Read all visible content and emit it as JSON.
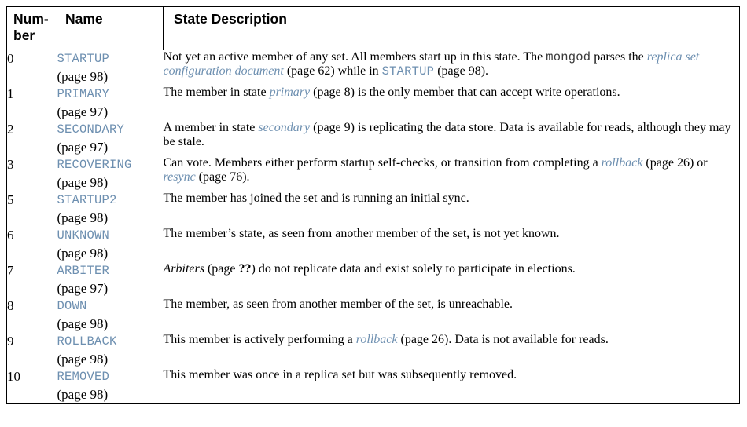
{
  "table": {
    "headers": {
      "number_line1": "Num-",
      "number_line2": "ber",
      "name": "Name",
      "description": "State Description"
    },
    "colors": {
      "link": "#6d8fb0",
      "text": "#000000",
      "mono_plain": "#3a3a3a",
      "border": "#000000",
      "background": "#ffffff"
    },
    "rows": [
      {
        "number": "0",
        "name_code": "STARTUP",
        "name_page": "(page 98)",
        "desc_parts": [
          {
            "t": "Not yet an active member of any set. All members start up in this state. The ",
            "s": "plain"
          },
          {
            "t": "mongod",
            "s": "mono"
          },
          {
            "t": " parses the ",
            "s": "plain"
          },
          {
            "t": "replica set configuration document",
            "s": "xref"
          },
          {
            "t": " (page 62) while in ",
            "s": "plain"
          },
          {
            "t": "STARTUP",
            "s": "monolink"
          },
          {
            "t": " (page 98).",
            "s": "plain"
          }
        ]
      },
      {
        "number": "1",
        "name_code": "PRIMARY",
        "name_page": "(page 97)",
        "desc_parts": [
          {
            "t": "The member in state ",
            "s": "plain"
          },
          {
            "t": "primary",
            "s": "xref"
          },
          {
            "t": " (page 8) is the only member that can accept write operations.",
            "s": "plain"
          }
        ]
      },
      {
        "number": "2",
        "name_code": "SECONDARY",
        "name_page": "(page 97)",
        "desc_parts": [
          {
            "t": "A member in state ",
            "s": "plain"
          },
          {
            "t": "secondary",
            "s": "xref"
          },
          {
            "t": " (page 9) is replicating the data store. Data is available for reads, although they may be stale.",
            "s": "plain"
          }
        ]
      },
      {
        "number": "3",
        "name_code": "RECOVERING",
        "name_page": "(page 98)",
        "desc_parts": [
          {
            "t": "Can vote. Members either perform startup self-checks, or transition from completing a ",
            "s": "plain"
          },
          {
            "t": "rollback",
            "s": "xref"
          },
          {
            "t": " (page 26) or ",
            "s": "plain"
          },
          {
            "t": "resync",
            "s": "xref"
          },
          {
            "t": " (page 76).",
            "s": "plain"
          }
        ]
      },
      {
        "number": "5",
        "name_code": "STARTUP2",
        "name_page": "(page 98)",
        "desc_parts": [
          {
            "t": "The member has joined the set and is running an initial sync.",
            "s": "plain"
          }
        ]
      },
      {
        "number": "6",
        "name_code": "UNKNOWN",
        "name_page": "(page 98)",
        "desc_parts": [
          {
            "t": "The member’s state, as seen from another member of the set, is not yet known.",
            "s": "plain"
          }
        ]
      },
      {
        "number": "7",
        "name_code": "ARBITER",
        "name_page": "(page 97)",
        "desc_parts": [
          {
            "t": "Arbiters",
            "s": "em"
          },
          {
            "t": " (page ",
            "s": "plain"
          },
          {
            "t": "??",
            "s": "bold"
          },
          {
            "t": ") do not replicate data and exist solely to participate in elections.",
            "s": "plain"
          }
        ]
      },
      {
        "number": "8",
        "name_code": "DOWN",
        "name_page": "(page 98)",
        "desc_parts": [
          {
            "t": "The member, as seen from another member of the set, is unreachable.",
            "s": "plain"
          }
        ]
      },
      {
        "number": "9",
        "name_code": "ROLLBACK",
        "name_page": "(page 98)",
        "desc_parts": [
          {
            "t": "This member is actively performing a ",
            "s": "plain"
          },
          {
            "t": "rollback",
            "s": "xref"
          },
          {
            "t": " (page 26). Data is not available for reads.",
            "s": "plain"
          }
        ]
      },
      {
        "number": "10",
        "name_code": "REMOVED",
        "name_page": "(page 98)",
        "desc_parts": [
          {
            "t": "This member was once in a replica set but was subsequently removed.",
            "s": "plain"
          }
        ]
      }
    ]
  }
}
